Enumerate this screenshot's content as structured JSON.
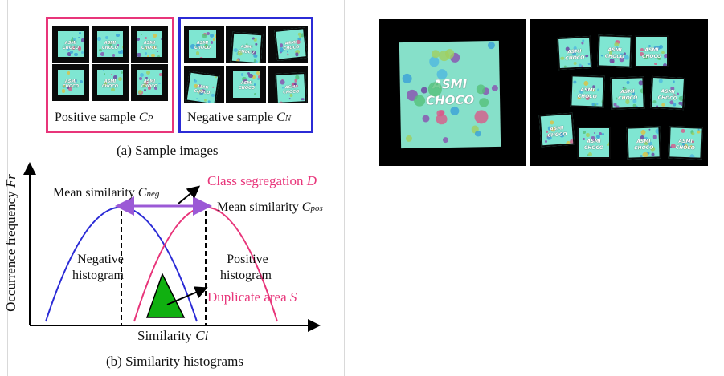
{
  "figure_left": {
    "positive_caption": "Positive sample ",
    "positive_var": "C",
    "positive_sub": "P",
    "negative_caption": "Negative sample ",
    "negative_var": "C",
    "negative_sub": "N",
    "sample_images_caption": "(a) Sample images",
    "histogram_caption": "(b) Similarity histograms",
    "colors": {
      "positive_box": "#e8357a",
      "negative_box": "#2b2bd6",
      "negative_curve": "#2b2bd6",
      "positive_curve": "#e8357a",
      "arrow": "#9b59d6",
      "overlap": "#10b010"
    },
    "tile_text": [
      "ASMI",
      "CHOCO"
    ]
  },
  "histogram": {
    "ylabel_text": "Occurrence frequency ",
    "ylabel_var": "Fr",
    "xlabel_text": "Similarity ",
    "xlabel_var": "Ci",
    "mean_neg_text": "Mean similarity ",
    "mean_neg_var": "C",
    "mean_neg_sub": "neg",
    "mean_pos_text": "Mean similarity ",
    "mean_pos_var": "C",
    "mean_pos_sub": "pos",
    "class_seg_text": "Class segregation ",
    "class_seg_var": "D",
    "neg_hist_line1": "Negative",
    "neg_hist_line2": "histogram",
    "pos_hist_line1": "Positive",
    "pos_hist_line2": "histogram",
    "dup_text": "Duplicate area ",
    "dup_var": "S"
  },
  "photos": {
    "single_tile_text": [
      "ASMI",
      "CHOCO"
    ],
    "multi_tile_text": [
      "ASMI",
      "CHOCO"
    ]
  }
}
